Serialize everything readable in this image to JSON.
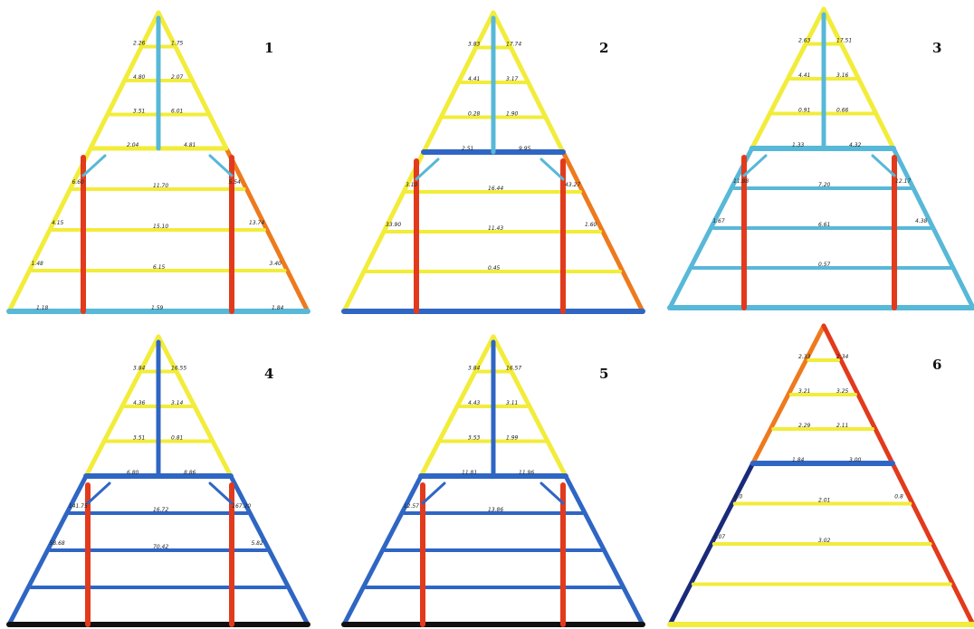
{
  "figure": {
    "colors": {
      "yellow": "#f2ec3a",
      "red": "#e23a1c",
      "orange": "#ee7a1e",
      "light_blue": "#58b8d8",
      "blue": "#2f66c4",
      "dark_blue": "#1a2a7a",
      "black": "#111111",
      "background": "#ffffff"
    },
    "panels": [
      {
        "number": "1",
        "values": [
          "2.26",
          "1.75",
          "4.80",
          "2.07",
          "3.51",
          "6.01",
          "2.04",
          "4.81",
          "11.70",
          "6.60",
          "5.54",
          "15.10",
          "4.15",
          "13.74",
          "6.15",
          "1.48",
          "3.40",
          "1.59",
          "1.18",
          "1.84"
        ]
      },
      {
        "number": "2",
        "values": [
          "3.83",
          "17.74",
          "4.41",
          "3.17",
          "0.28",
          "1.90",
          "2.51",
          "9.95",
          "16.44",
          "3.10",
          "43.27",
          "11.43",
          "33.90",
          "1.60",
          "0.45"
        ]
      },
      {
        "number": "3",
        "values": [
          "2.63",
          "17.51",
          "4.41",
          "3.16",
          "0.91",
          "0.66",
          "1.33",
          "4.32",
          "7.20",
          "11.88",
          "12.17",
          "6.61",
          "1.67",
          "4.38",
          "0.57"
        ]
      },
      {
        "number": "4",
        "values": [
          "3.84",
          "16.55",
          "4.36",
          "3.14",
          "3.51",
          "0.81",
          "6.80",
          "8.86",
          "16.72",
          "141.75",
          "167.20",
          "70.42",
          "58.68",
          "5.82"
        ]
      },
      {
        "number": "5",
        "values": [
          "3.84",
          "16.57",
          "4.43",
          "3.11",
          "3.53",
          "1.99",
          "11.81",
          "11.96",
          "13.86",
          "12.57"
        ]
      },
      {
        "number": "6",
        "values": [
          "2.33",
          "2.34",
          "3.21",
          "3.25",
          "2.29",
          "2.11",
          "1.84",
          "3.00",
          "2.01",
          "8.0",
          "0.8",
          "3.02",
          "4.07"
        ]
      }
    ]
  }
}
